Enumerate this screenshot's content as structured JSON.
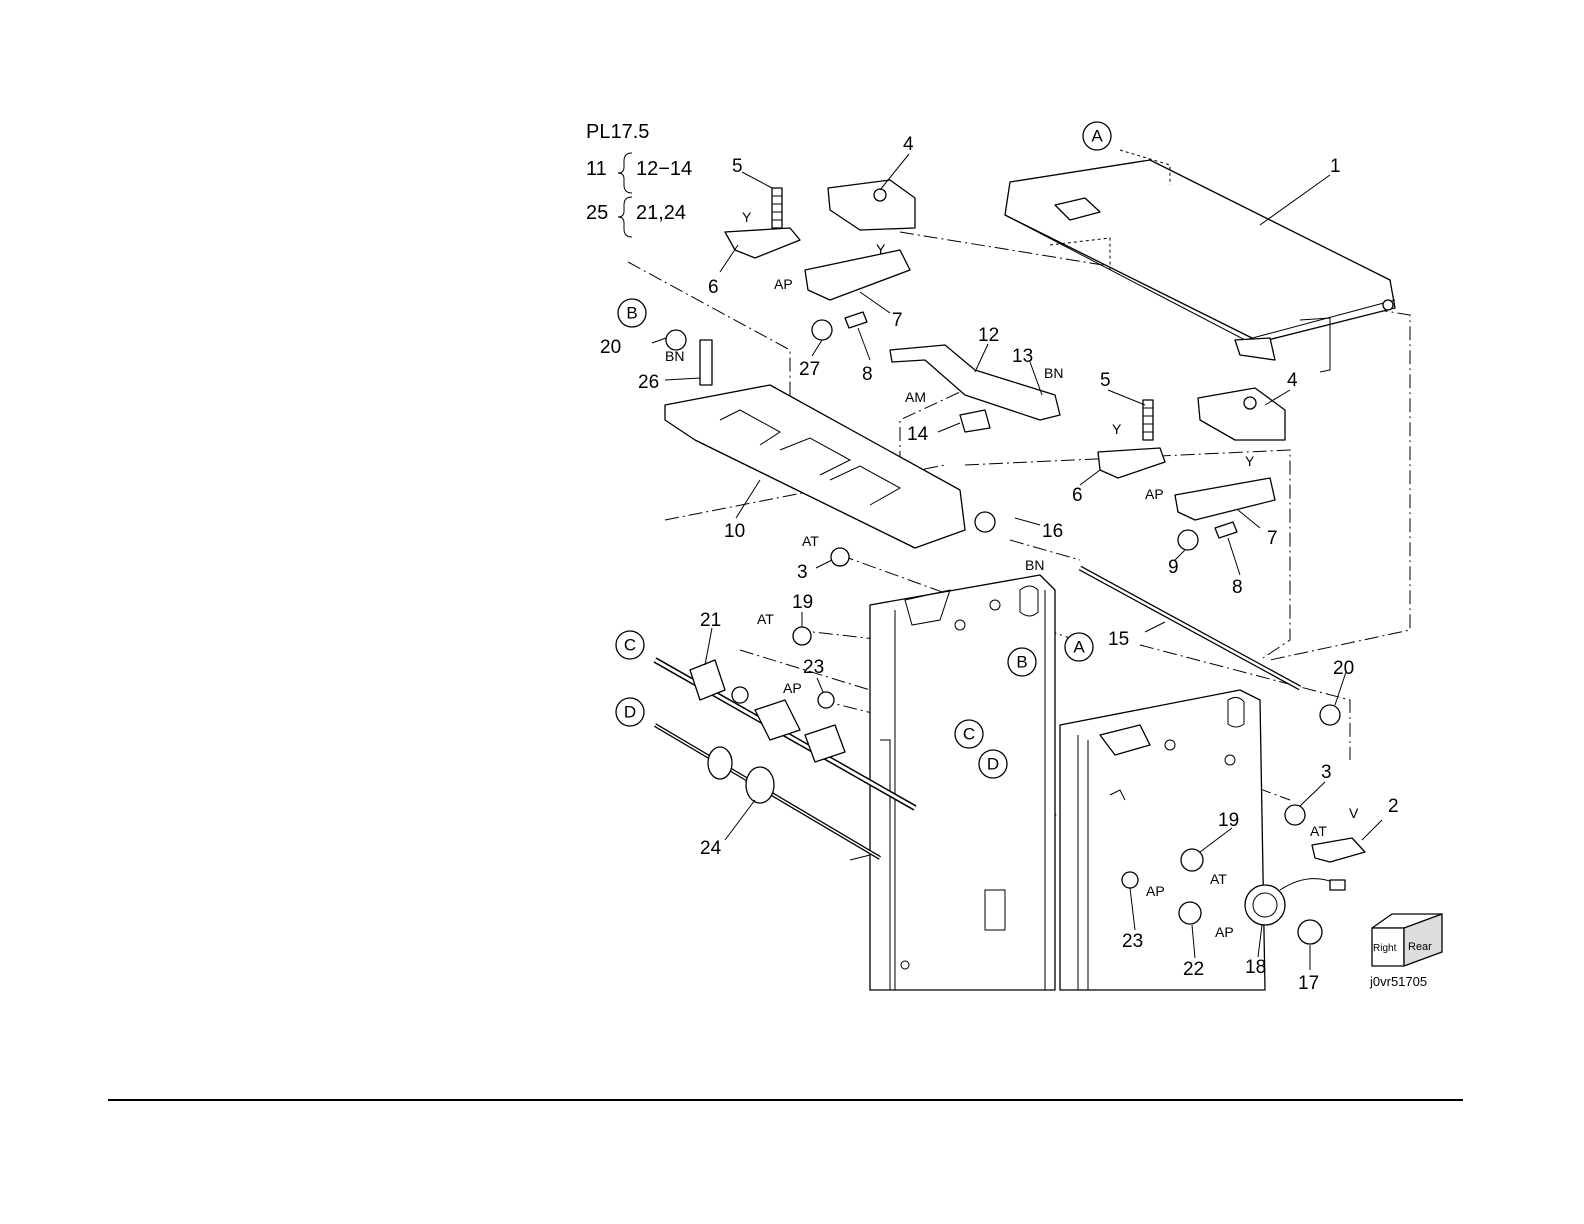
{
  "header": {
    "plate_id": "PL17.5",
    "groups": [
      {
        "parent": "11",
        "children": "12−14"
      },
      {
        "parent": "25",
        "children": "21,24"
      }
    ]
  },
  "figure_id": "j0vr51705",
  "orientation_cube": {
    "right_label": "Right",
    "rear_label": "Rear"
  },
  "callout_labels": [
    "A",
    "B",
    "C",
    "D"
  ],
  "part_labels": {
    "p1": "1",
    "p2": "2",
    "p3a": "3",
    "p3b": "3",
    "p4a": "4",
    "p4b": "4",
    "p5a": "5",
    "p5b": "5",
    "p6a": "6",
    "p6b": "6",
    "p7a": "7",
    "p7b": "7",
    "p8a": "8",
    "p8b": "8",
    "p9": "9",
    "p10": "10",
    "p12": "12",
    "p13": "13",
    "p14": "14",
    "p15": "15",
    "p16": "16",
    "p17": "17",
    "p18": "18",
    "p19a": "19",
    "p19b": "19",
    "p20a": "20",
    "p20b": "20",
    "p21": "21",
    "p22": "22",
    "p23a": "23",
    "p23b": "23",
    "p24": "24",
    "p26": "26",
    "p27": "27"
  },
  "code_labels": {
    "y1": "Y",
    "y2": "Y",
    "y3": "Y",
    "y4": "Y",
    "ap1": "AP",
    "ap2": "AP",
    "ap3": "AP",
    "ap4": "AP",
    "ap5": "AP",
    "bn1": "BN",
    "bn2": "BN",
    "bn3": "BN",
    "am1": "AM",
    "at1": "AT",
    "at2": "AT",
    "at3": "AT",
    "at4": "AT",
    "v1": "V"
  }
}
